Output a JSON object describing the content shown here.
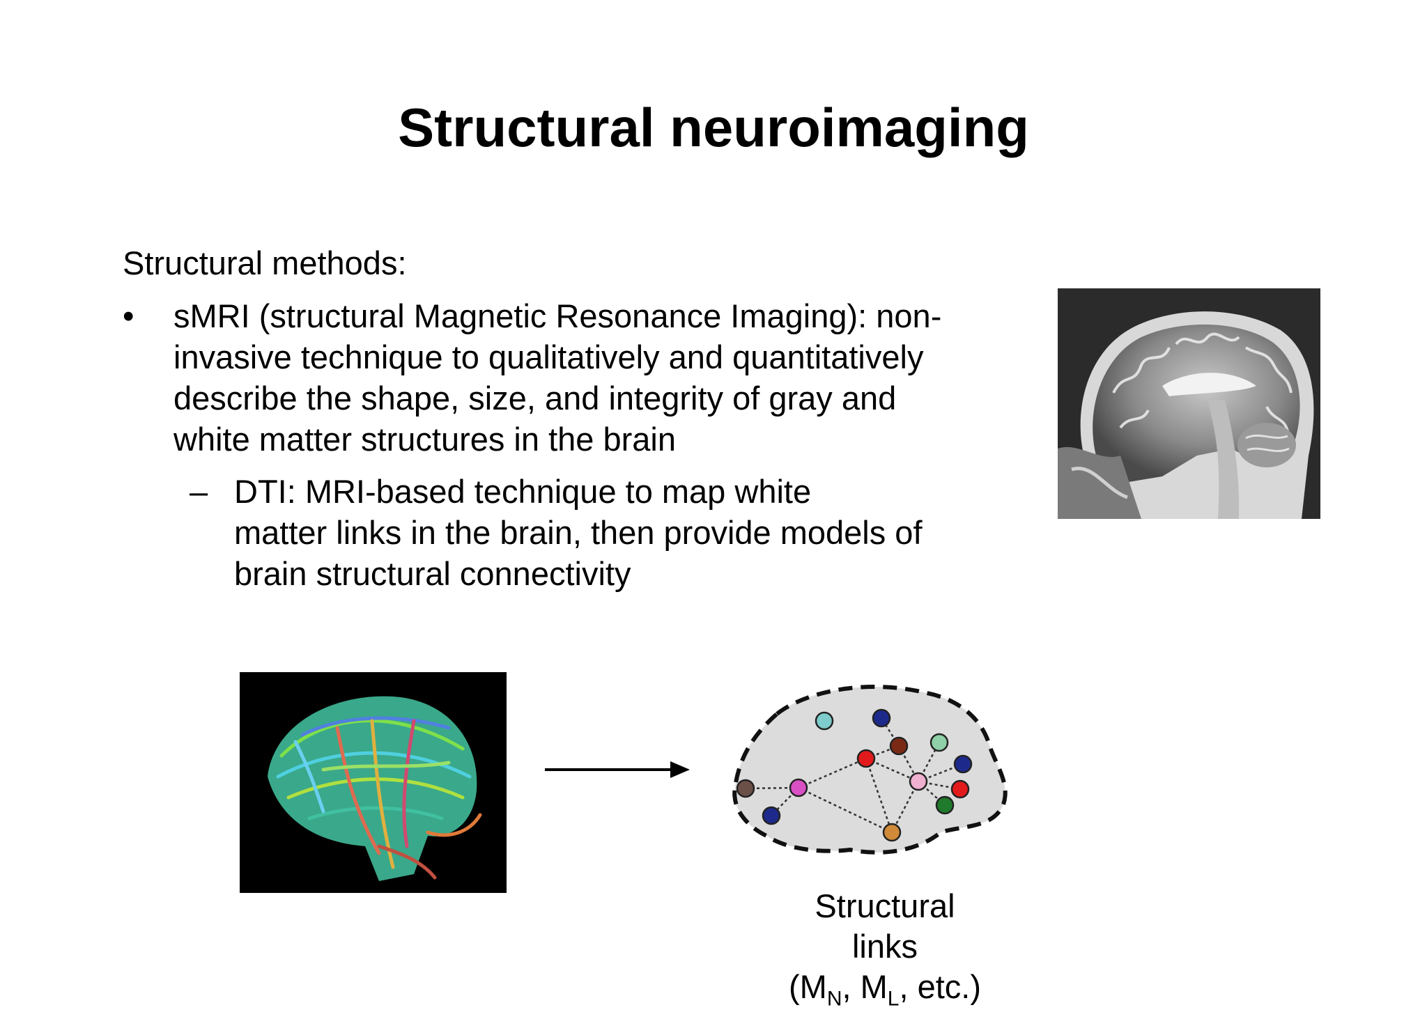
{
  "slide": {
    "title": "Structural neuroimaging",
    "intro": "Structural methods:",
    "bullet": {
      "marker": "•",
      "lines": [
        "sMRI (structural Magnetic Resonance Imaging): non-",
        "invasive technique to qualitatively and quantitatively",
        "describe the shape, size, and integrity of gray and",
        "white matter structures in the brain"
      ]
    },
    "sub_bullet": {
      "marker": "–",
      "lines": [
        "DTI: MRI-based technique to map white",
        "matter links in the brain, then provide models of",
        "brain structural connectivity"
      ]
    }
  },
  "network_caption": {
    "line1": "Structural",
    "line2": "links",
    "line3_open": "(M",
    "sub_n": "N",
    "comma": ", M",
    "sub_l": "L",
    "line3_close": ", etc.)"
  },
  "colors": {
    "network_fill": "#dcdcdc",
    "node_teal": "#7fcccc",
    "node_navy": "#1d2a8c",
    "node_red": "#e31a1c",
    "node_brown": "#7a2a14",
    "node_mint": "#8fd0a8",
    "node_taupe": "#6b5048",
    "node_magenta": "#d94fc4",
    "node_pink": "#f0b0d0",
    "node_green": "#1f7a2c",
    "node_orange": "#d08a3a"
  }
}
